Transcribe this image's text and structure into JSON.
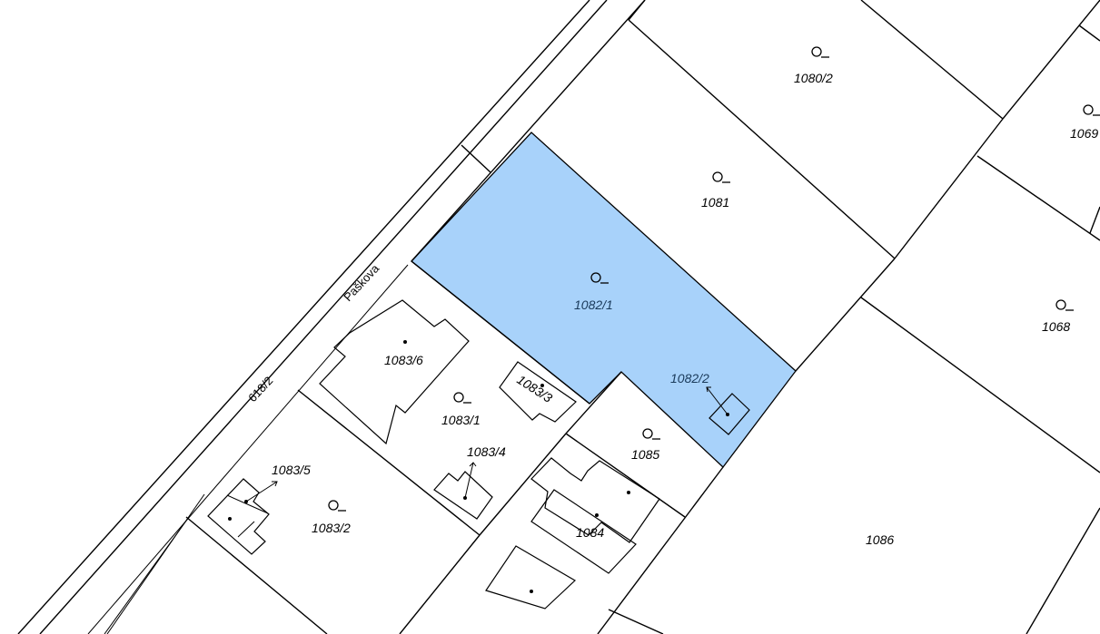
{
  "map": {
    "colors": {
      "background": "#ffffff",
      "selected_parcel": "#a8d2fa",
      "lines": "#000000"
    },
    "selected_parcel": "1082/1",
    "streets": [
      {
        "id": "street-paskova",
        "label": "Paškova"
      },
      {
        "id": "street-618-2",
        "label": "618/2"
      }
    ],
    "parcels": [
      {
        "id": "1080-2",
        "label": "1080/2",
        "garden_symbol": true
      },
      {
        "id": "1069",
        "label": "1069",
        "garden_symbol": true
      },
      {
        "id": "1081",
        "label": "1081",
        "garden_symbol": true
      },
      {
        "id": "1082-1",
        "label": "1082/1",
        "garden_symbol": true,
        "selected": true
      },
      {
        "id": "1068",
        "label": "1068",
        "garden_symbol": true
      },
      {
        "id": "1082-2",
        "label": "1082/2",
        "garden_symbol": false
      },
      {
        "id": "1083-6",
        "label": "1083/6",
        "garden_symbol": false
      },
      {
        "id": "1083-3",
        "label": "1083/3",
        "garden_symbol": false
      },
      {
        "id": "1083-1",
        "label": "1083/1",
        "garden_symbol": true
      },
      {
        "id": "1083-4",
        "label": "1083/4",
        "garden_symbol": false
      },
      {
        "id": "1085",
        "label": "1085",
        "garden_symbol": true
      },
      {
        "id": "1083-5",
        "label": "1083/5",
        "garden_symbol": false
      },
      {
        "id": "1083-2",
        "label": "1083/2",
        "garden_symbol": true
      },
      {
        "id": "1084",
        "label": "1084",
        "garden_symbol": false
      },
      {
        "id": "1086",
        "label": "1086",
        "garden_symbol": false
      }
    ]
  }
}
